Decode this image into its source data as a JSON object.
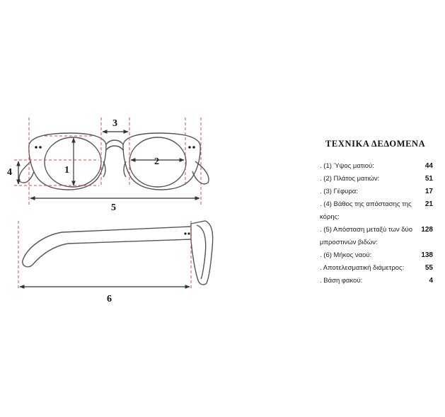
{
  "diagram": {
    "front_labels": [
      "1",
      "2",
      "3",
      "4",
      "5"
    ],
    "side_label": "6"
  },
  "specs": {
    "title": "ΤΕΧΝΙΚΑ ΔΕΔΟΜΕΝΑ",
    "rows": [
      {
        "label": ". (1) Ύψος ματιού:",
        "value": "44"
      },
      {
        "label": ". (2) Πλάτος ματιών:",
        "value": "51"
      },
      {
        "label": ". (3) Γέφυρα:",
        "value": "17"
      },
      {
        "label": ". (4) Βάθος της απόστασης της κόρης:",
        "value": "21"
      },
      {
        "label": ". (5) Απόσταση μεταξύ των δύο μπροστινών βιδών:",
        "value": "128"
      },
      {
        "label": ". (6) Μήκος ναού:",
        "value": "138"
      },
      {
        "label": ". Αποτελεσματική διάμετρος:",
        "value": "55"
      },
      {
        "label": ". Βάση φακού:",
        "value": "4"
      }
    ]
  },
  "colors": {
    "outline": "#555555",
    "guides": "#d94a4a",
    "dims": "#333333"
  }
}
